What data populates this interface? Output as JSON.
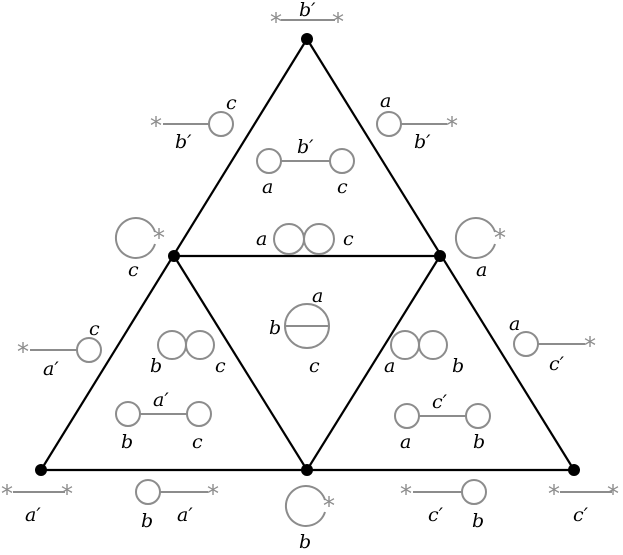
{
  "labels": {
    "a": "a",
    "b": "b",
    "c": "c",
    "a_prime": "a′",
    "b_prime": "b′",
    "c_prime": "c′"
  },
  "star": "*",
  "colors": {
    "edges": "#000000",
    "graphs": "#8c8c8c"
  }
}
